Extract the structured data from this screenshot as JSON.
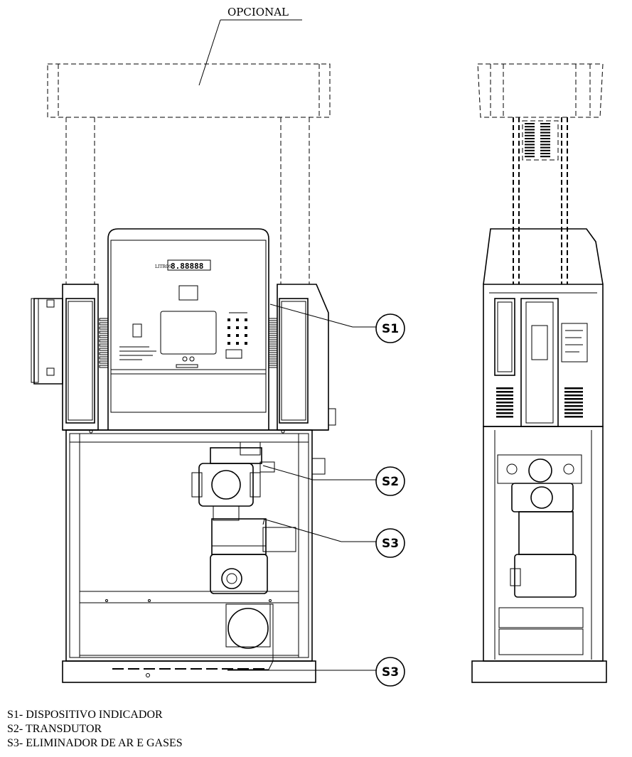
{
  "optional_label": "OPCIONAL",
  "display": {
    "unit_label": "LITROS",
    "digits": "8.88888"
  },
  "callouts": [
    {
      "id": "s1",
      "label": "S1"
    },
    {
      "id": "s2",
      "label": "S2"
    },
    {
      "id": "s3a",
      "label": "S3"
    },
    {
      "id": "s3b",
      "label": "S3"
    }
  ],
  "legend": [
    "S1- DISPOSITIVO INDICADOR",
    "S2- TRANSDUTOR",
    "S3- ELIMINADOR DE AR E GASES"
  ]
}
